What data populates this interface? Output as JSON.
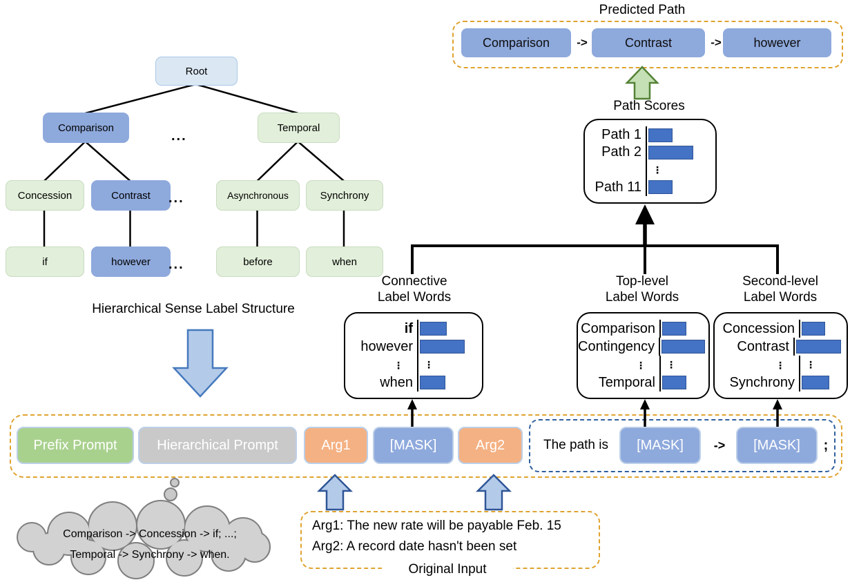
{
  "glyphs": {
    "vdots": "⋮",
    "hdots": "...",
    "arrow": "->",
    "semicolon": ";"
  },
  "tree": {
    "caption": "Hierarchical Sense Label Structure",
    "root": "Root",
    "level1": [
      {
        "label": "Comparison"
      },
      {
        "label": "Temporal"
      }
    ],
    "level2": [
      {
        "label": "Concession"
      },
      {
        "label": "Contrast"
      },
      {
        "label": "Asynchronous"
      },
      {
        "label": "Synchrony"
      }
    ],
    "level3": [
      {
        "label": "if"
      },
      {
        "label": "however"
      },
      {
        "label": "before"
      },
      {
        "label": "when"
      }
    ]
  },
  "predicted_path": {
    "title": "Predicted Path",
    "items": [
      {
        "label": "Comparison"
      },
      {
        "label": "Contrast"
      },
      {
        "label": "however"
      }
    ]
  },
  "path_scores": {
    "title": "Path Scores",
    "rows": [
      {
        "label": "Path 1",
        "value": 0.5
      },
      {
        "label": "Path 2",
        "value": 0.95
      },
      {
        "label": "Path 11",
        "value": 0.5
      }
    ]
  },
  "connective": {
    "title_line1": "Connective",
    "title_line2": "Label Words",
    "rows": [
      {
        "label": "if",
        "value": 0.56
      },
      {
        "label": "however",
        "value": 0.95
      },
      {
        "label": "when",
        "value": 0.53
      }
    ]
  },
  "top_level": {
    "title_line1": "Top-level",
    "title_line2": "Label Words",
    "rows": [
      {
        "label": "Comparison",
        "value": 0.5
      },
      {
        "label": "Contingency",
        "value": 0.93
      },
      {
        "label": "Temporal",
        "value": 0.5
      }
    ]
  },
  "second_level": {
    "title_line1": "Second-level",
    "title_line2": "Label Words",
    "rows": [
      {
        "label": "Concession",
        "value": 0.48
      },
      {
        "label": "Contrast",
        "value": 0.95
      },
      {
        "label": "Synchrony",
        "value": 0.57
      }
    ]
  },
  "prompt_row": {
    "prefix": "Prefix Prompt",
    "hierarchical": "Hierarchical Prompt",
    "arg1": "Arg1",
    "mask": "[MASK]",
    "arg2": "Arg2",
    "path_prefix": "The path is"
  },
  "cloud": {
    "line1": "Comparison -> Concession -> if; ...;",
    "line2": "Temporal -> Synchrony -> when."
  },
  "original_input": {
    "line1": "Arg1: The new rate will be payable Feb. 15",
    "line2": "Arg2: A record date hasn't been set",
    "caption": "Original Input"
  },
  "colors": {
    "node_blue": "#8ea9dc",
    "node_green": "#e2efda",
    "node_root": "#dbe8f3",
    "bar_fill": "#4472c4",
    "bar_border": "#2f5597",
    "dash_orange": "#dfa32f",
    "dash_blue": "#2e5f9e",
    "chip_green": "#a9d18e",
    "chip_gray": "#c9c9c9",
    "chip_orange": "#f4b183",
    "arrow_blue_fill": "#b3cbe9",
    "arrow_green_fill": "#c5e0b4",
    "cloud_fill": "#d2d2d2"
  }
}
